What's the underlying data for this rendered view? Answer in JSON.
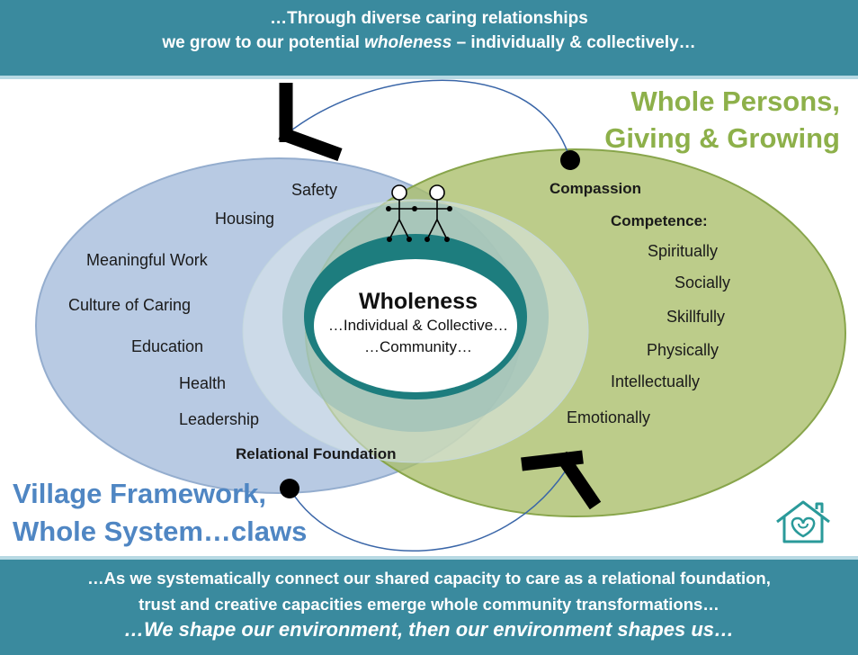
{
  "banner_top": {
    "line1": "…Through diverse caring relationships",
    "line2_pre": "we grow to our potential ",
    "line2_em": "wholeness",
    "line2_post": " – individually & collectively…"
  },
  "banner_bottom": {
    "line1": "…As we systematically connect our shared capacity to care as a relational foundation,",
    "line2": "trust and creative capacities emerge whole community transformations…",
    "line3": "…We shape our environment, then our environment shapes us…"
  },
  "right_title": {
    "line1": "Whole Persons,",
    "line2": "Giving & Growing"
  },
  "left_title": {
    "line1": "Village Framework,",
    "line2": "Whole System…claws"
  },
  "center": {
    "title": "Wholeness",
    "line1": "…Individual & Collective…",
    "line2": "…Community…"
  },
  "left_items": {
    "safety": "Safety",
    "housing": "Housing",
    "meaningful_work": "Meaningful Work",
    "culture": "Culture of Caring",
    "education": "Education",
    "health": "Health",
    "leadership": "Leadership",
    "relational": "Relational Foundation"
  },
  "right_items": {
    "compassion": "Compassion",
    "competence": "Competence:",
    "spiritually": "Spiritually",
    "socially": "Socially",
    "skillfully": "Skillfully",
    "physically": "Physically",
    "intellectually": "Intellectually",
    "emotionally": "Emotionally"
  },
  "colors": {
    "banner": "#3a8a9e",
    "left_oval": "#a9bfdc",
    "right_oval": "#b3c77a",
    "center": "#1d7d7e",
    "right_title": "#8db04a",
    "left_title": "#4f86c3"
  },
  "icons": [
    "stick-figure-icon",
    "house-heart-logo-icon"
  ]
}
